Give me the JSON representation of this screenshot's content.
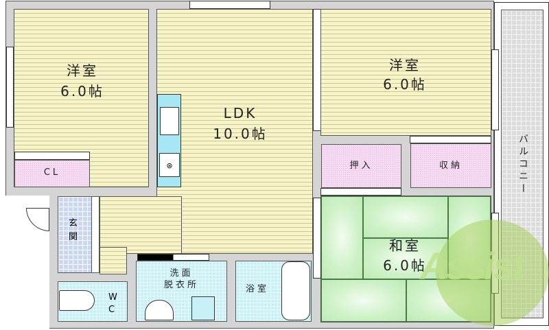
{
  "plan": {
    "rooms": {
      "western_room_left": {
        "name": "洋室",
        "size": "6.0帖"
      },
      "ldk": {
        "name": "LDK",
        "size": "10.0帖"
      },
      "western_room_right": {
        "name": "洋室",
        "size": "6.0帖"
      },
      "japanese_room": {
        "name": "和室",
        "size": "6.0帖"
      },
      "closet": {
        "name": "CL"
      },
      "oshiire": {
        "name": "押入"
      },
      "storage": {
        "name": "収納"
      },
      "entrance": {
        "name": "玄関"
      },
      "wc": {
        "name": "WC"
      },
      "washroom": {
        "name_line1": "洗面",
        "name_line2": "脱衣所"
      },
      "bathroom": {
        "name": "浴室"
      },
      "balcony": {
        "name": "バルコニー"
      }
    },
    "watermark": {
      "text": "Assist"
    },
    "colors": {
      "wall": "#d4d4d4",
      "wood_floor": "#f7f5c7",
      "storage": "#f6dcf2",
      "entrance_tile": "#c9d7f5",
      "wet_area_tile": "#c8f0f7",
      "tatami": "#cdf1c6",
      "balcony": "#dcdcdc",
      "kitchen": "#a8e6f3",
      "watermark": "#a8d060"
    }
  }
}
